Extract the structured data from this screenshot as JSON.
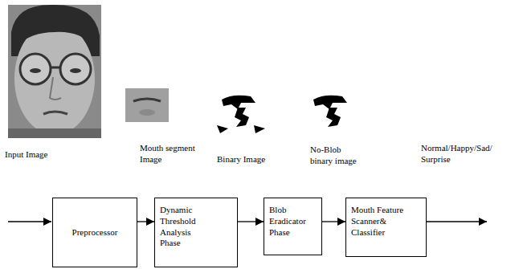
{
  "diagram": {
    "nodes": [
      {
        "text": [
          "Preprocessor"
        ]
      },
      {
        "text": [
          "Dynamic Threshold Analysis Phase"
        ]
      },
      {
        "text": [
          "Blob Eradicator Phase"
        ]
      },
      {
        "text": [
          "Mouth Feature Scanner& Classifier"
        ]
      }
    ],
    "edges": [
      {
        "from": 0,
        "to": 1,
        "arrow": "to"
      },
      {
        "from": 1,
        "to": 2,
        "arrow": "to"
      },
      {
        "from": 2,
        "to": 3,
        "arrow": "to"
      }
    ],
    "labels": [
      "Input Image",
      "Mouth segment Image",
      "Binary Image",
      "No-Blob binary image",
      "Normal/Happy/Sad/ Surprise"
    ]
  }
}
